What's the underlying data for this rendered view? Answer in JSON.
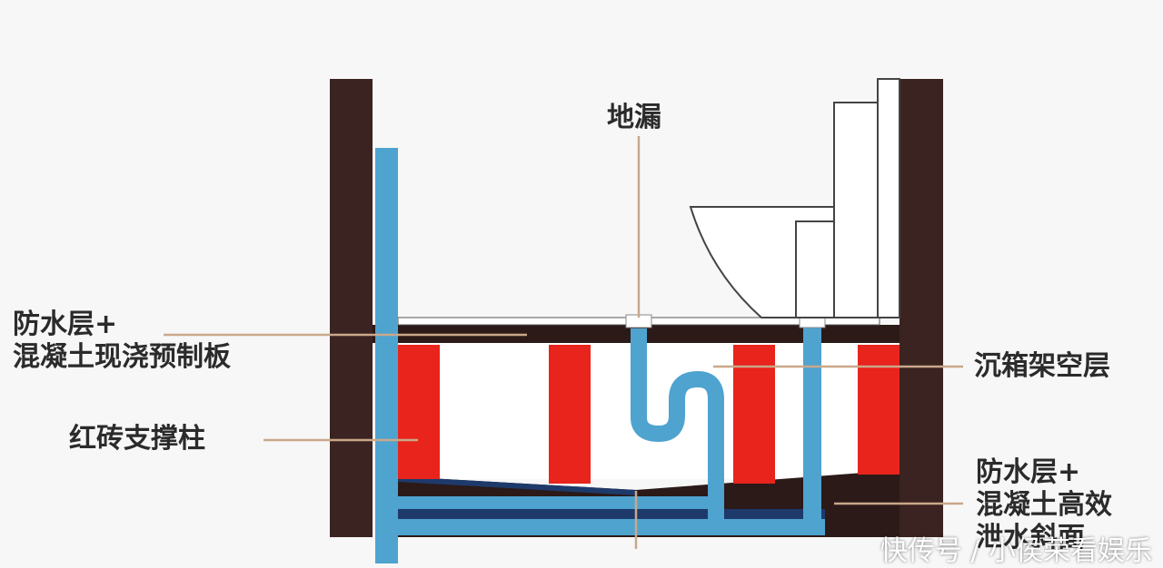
{
  "labels": {
    "floor_drain": "地漏",
    "top_layer": [
      "防水层+",
      "混凝土现浇预制板"
    ],
    "brick_columns": "红砖支撑柱",
    "cavity": "沉箱架空层",
    "bottom_layer": [
      "防水层+",
      "混凝土高效",
      "泄水斜面"
    ]
  },
  "watermark": "快传号 / 小侯荣看娱乐",
  "colors": {
    "wall": "#3a2320",
    "pipe": "#4fa3cf",
    "pipe_dark": "#2d7fb0",
    "brick": "#e8241c",
    "leader": "#c9a88a",
    "slab": "#2b1a18",
    "background": "#f7f7f7"
  }
}
